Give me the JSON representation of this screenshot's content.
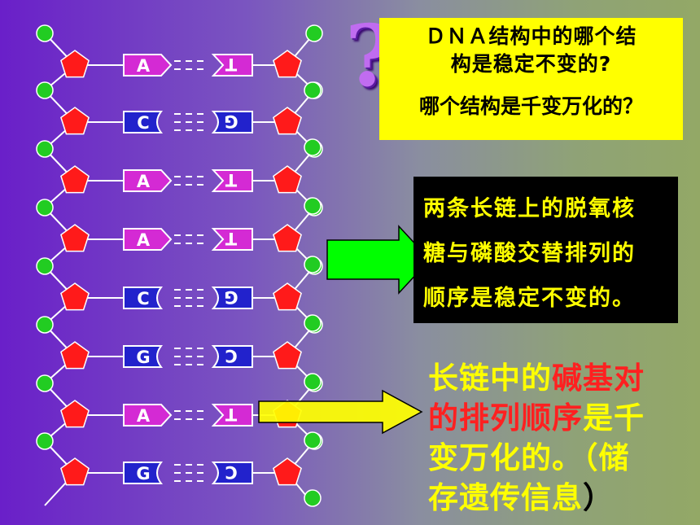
{
  "question": {
    "symbol": "?",
    "line1": "ＤＮＡ结构中的哪个结",
    "line2": "构是稳定不变的?",
    "line3": "哪个结构是千变万化的？"
  },
  "answer_black": {
    "lines": [
      "两条长链上的脱氧核",
      "糖与磷酸交替排列的",
      "顺序是稳定不变的。"
    ]
  },
  "answer_yellow": {
    "line1_a": "长链中的",
    "line1_b": "碱基对",
    "line2_a": "的排列顺序",
    "line2_b": "是千",
    "line3": "变万化的。（储",
    "line4_a": "存遗传信息",
    "line4_b": "）"
  },
  "dna": {
    "left_bases": [
      "A",
      "C",
      "A",
      "A",
      "C",
      "G",
      "A",
      "G"
    ],
    "right_bases": [
      "T",
      "G",
      "T",
      "T",
      "G",
      "C",
      "T",
      "C"
    ],
    "colors": {
      "phosphate": "#22cc22",
      "sugar": "#ff1a1a",
      "base_a_t": "#d42ad4",
      "base_c_g": "#2222cc",
      "green_arrow": "#00ff00",
      "yellow_arrow": "#ffff00"
    }
  }
}
